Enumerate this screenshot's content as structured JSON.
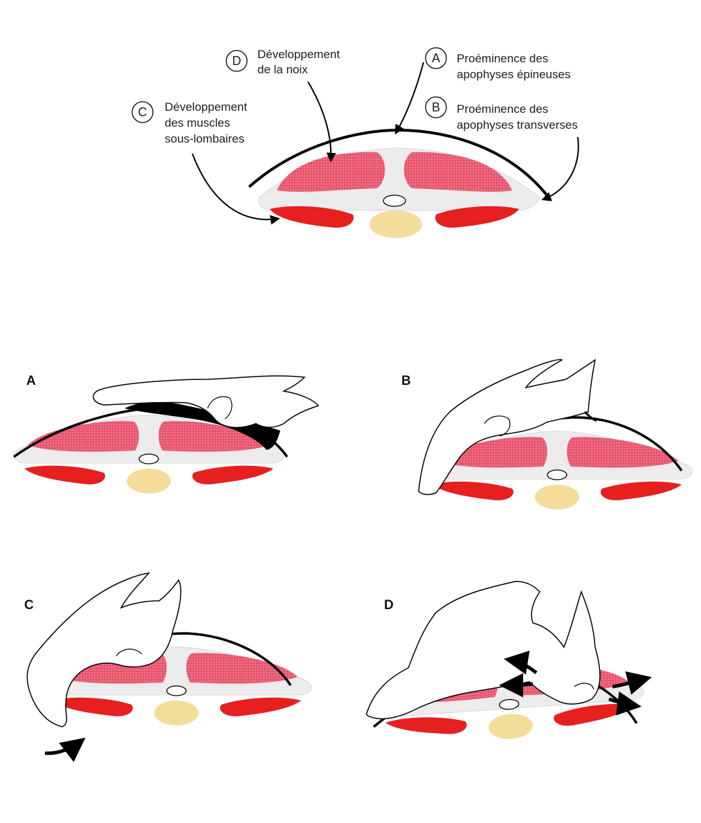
{
  "colors": {
    "muscle": "#e8556e",
    "psoas": "#e61f1f",
    "fat": "#f2d68a",
    "bone": "#ececec",
    "line": "#000000"
  },
  "callouts": [
    {
      "letter": "D",
      "lines": [
        "Développement",
        "de la noix"
      ]
    },
    {
      "letter": "A",
      "lines": [
        "Proéminence des",
        "apophyses épineuses"
      ]
    },
    {
      "letter": "B",
      "lines": [
        "Proéminence des",
        "apophyses transverses"
      ]
    },
    {
      "letter": "C",
      "lines": [
        "Développement",
        "des muscles",
        "sous-lombaires"
      ]
    }
  ],
  "panels": [
    {
      "letter": "A"
    },
    {
      "letter": "B"
    },
    {
      "letter": "C"
    },
    {
      "letter": "D"
    }
  ]
}
